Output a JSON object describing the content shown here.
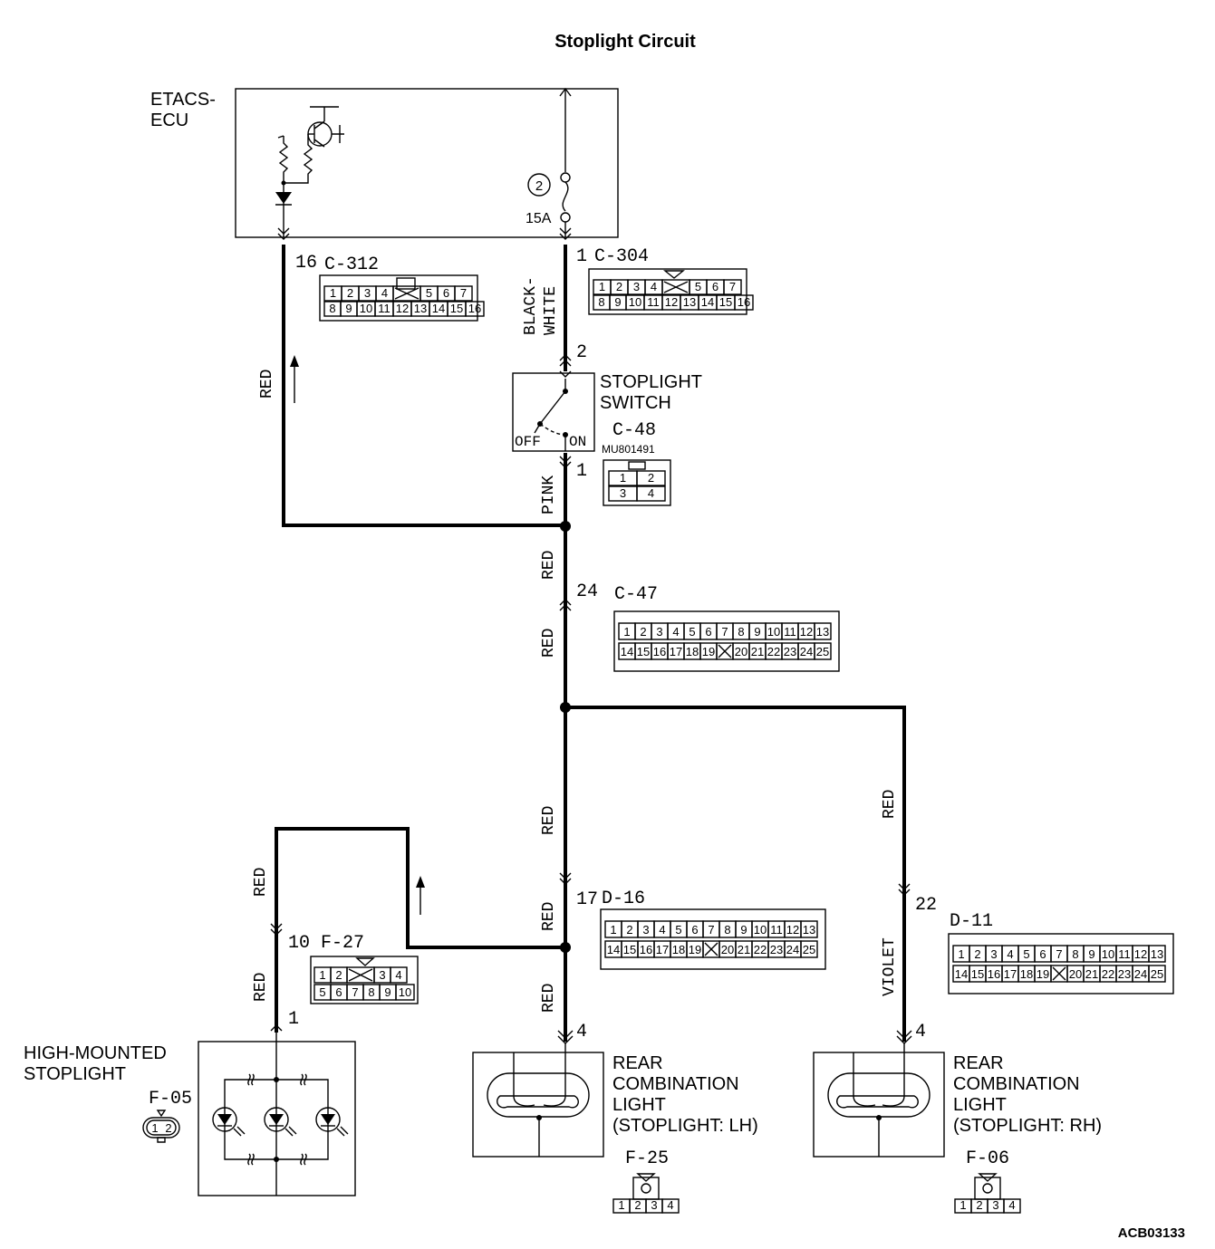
{
  "title": "Stoplight Circuit",
  "footer_code": "ACB03133",
  "ecu": {
    "name_line1": "ETACS-",
    "name_line2": "ECU",
    "fuse_no": "2",
    "fuse_rating": "15A"
  },
  "connectors": {
    "c312": {
      "id": "C-312",
      "pin": "16",
      "row1": [
        "1",
        "2",
        "3",
        "4",
        "",
        "5",
        "6",
        "7"
      ],
      "row2": [
        "8",
        "9",
        "10",
        "11",
        "12",
        "13",
        "14",
        "15",
        "16"
      ]
    },
    "c304": {
      "id": "C-304",
      "pin": "1",
      "row1": [
        "1",
        "2",
        "3",
        "4",
        "",
        "5",
        "6",
        "7"
      ],
      "row2": [
        "8",
        "9",
        "10",
        "11",
        "12",
        "13",
        "14",
        "15",
        "16"
      ]
    },
    "c48": {
      "id": "C-48",
      "part": "MU801491",
      "pin_top": "2",
      "pin_bottom": "1",
      "row1": [
        "1",
        "2"
      ],
      "row2": [
        "3",
        "4"
      ]
    },
    "c47": {
      "id": "C-47",
      "pin": "24",
      "row1": [
        "1",
        "2",
        "3",
        "4",
        "5",
        "6",
        "7",
        "8",
        "9",
        "10",
        "11",
        "12",
        "13"
      ],
      "row2": [
        "14",
        "15",
        "16",
        "17",
        "18",
        "19",
        "",
        "20",
        "21",
        "22",
        "23",
        "24",
        "25"
      ]
    },
    "d16": {
      "id": "D-16",
      "pin": "17",
      "row1": [
        "1",
        "2",
        "3",
        "4",
        "5",
        "6",
        "7",
        "8",
        "9",
        "10",
        "11",
        "12",
        "13"
      ],
      "row2": [
        "14",
        "15",
        "16",
        "17",
        "18",
        "19",
        "",
        "20",
        "21",
        "22",
        "23",
        "24",
        "25"
      ]
    },
    "d11": {
      "id": "D-11",
      "pin": "22",
      "row1": [
        "1",
        "2",
        "3",
        "4",
        "5",
        "6",
        "7",
        "8",
        "9",
        "10",
        "11",
        "12",
        "13"
      ],
      "row2": [
        "14",
        "15",
        "16",
        "17",
        "18",
        "19",
        "",
        "20",
        "21",
        "22",
        "23",
        "24",
        "25"
      ]
    },
    "f27": {
      "id": "F-27",
      "pin_top": "10",
      "pin_bottom": "1",
      "row1": [
        "1",
        "2",
        "",
        "3",
        "4"
      ],
      "row2": [
        "5",
        "6",
        "7",
        "8",
        "9",
        "10"
      ]
    },
    "f05": {
      "id": "F-05",
      "pins": [
        "1",
        "2"
      ]
    },
    "f25": {
      "id": "F-25",
      "pin": "4",
      "row": [
        "1",
        "2",
        "3",
        "4"
      ]
    },
    "f06": {
      "id": "F-06",
      "pin": "4",
      "row": [
        "1",
        "2",
        "3",
        "4"
      ]
    }
  },
  "switch": {
    "name_line1": "STOPLIGHT",
    "name_line2": "SWITCH",
    "off_label": "OFF",
    "on_label": "ON"
  },
  "wires": {
    "black_white_line1": "BLACK-",
    "black_white_line2": "WHITE",
    "red": "RED",
    "pink": "PINK",
    "violet": "VIOLET"
  },
  "components": {
    "high_mount_line1": "HIGH-MOUNTED",
    "high_mount_line2": "STOPLIGHT",
    "rear_lh": [
      "REAR",
      "COMBINATION",
      "LIGHT",
      "(STOPLIGHT: LH)"
    ],
    "rear_rh": [
      "REAR",
      "COMBINATION",
      "LIGHT",
      "(STOPLIGHT: RH)"
    ]
  }
}
